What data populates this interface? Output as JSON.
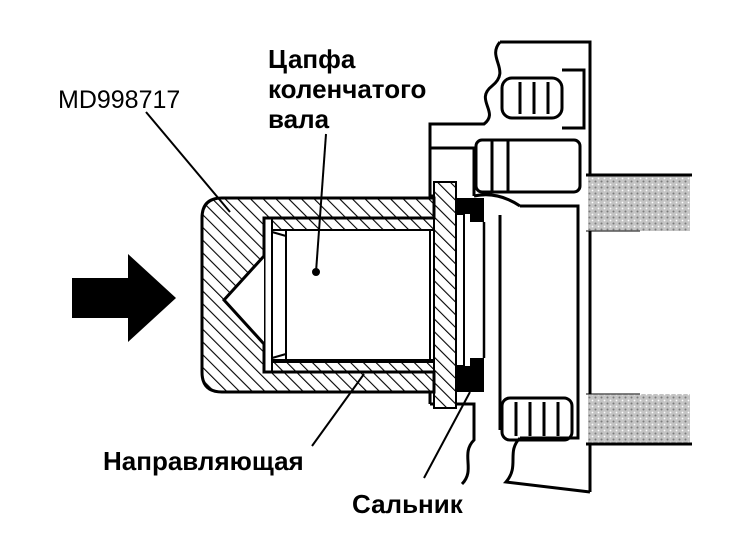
{
  "labels": {
    "tool_code": "MD998717",
    "journal_line1": "Цапфа",
    "journal_line2": "коленчатого",
    "journal_line3": "вала",
    "guide": "Направляющая",
    "seal": "Сальник"
  },
  "colors": {
    "ink": "#000000",
    "paper": "#ffffff",
    "shaft_shade": "#b8b8b8"
  },
  "icons": {
    "push_direction": "arrow-right-icon"
  }
}
